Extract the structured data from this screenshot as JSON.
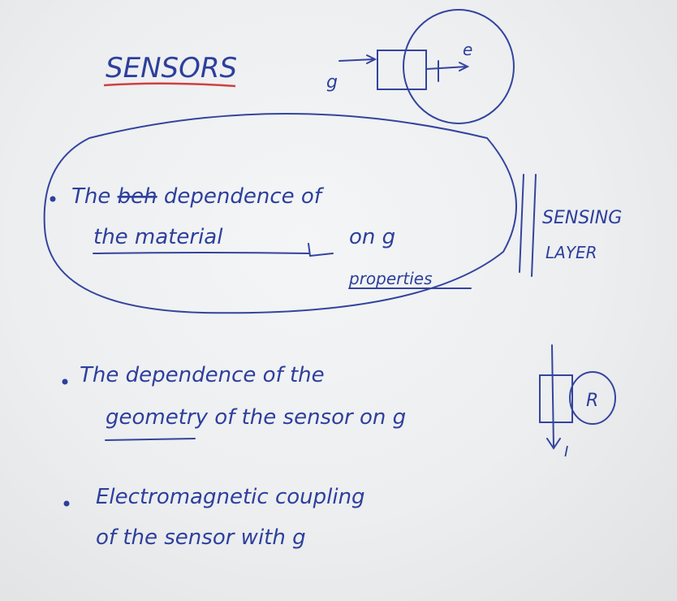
{
  "title": "SENSORS",
  "diagram": {
    "input": "g",
    "output": "e"
  },
  "points": [
    {
      "line1_struck": "beh",
      "line1": "The dependence of",
      "line2a": "the material",
      "line2b": "on g",
      "line3": "properties"
    },
    {
      "line1": "The dependence of the",
      "line2": "geometry of the sensor on g"
    },
    {
      "line1": "Electromagnetic coupling",
      "line2": "of the sensor with g"
    }
  ],
  "side_label": {
    "line1": "SENSING",
    "line2": "LAYER"
  },
  "resistor_diagram": {
    "r": "R",
    "i": "I"
  },
  "colors": {
    "ink": "#2d3f9c",
    "underline": "#d04040",
    "board": "#eceef0"
  }
}
